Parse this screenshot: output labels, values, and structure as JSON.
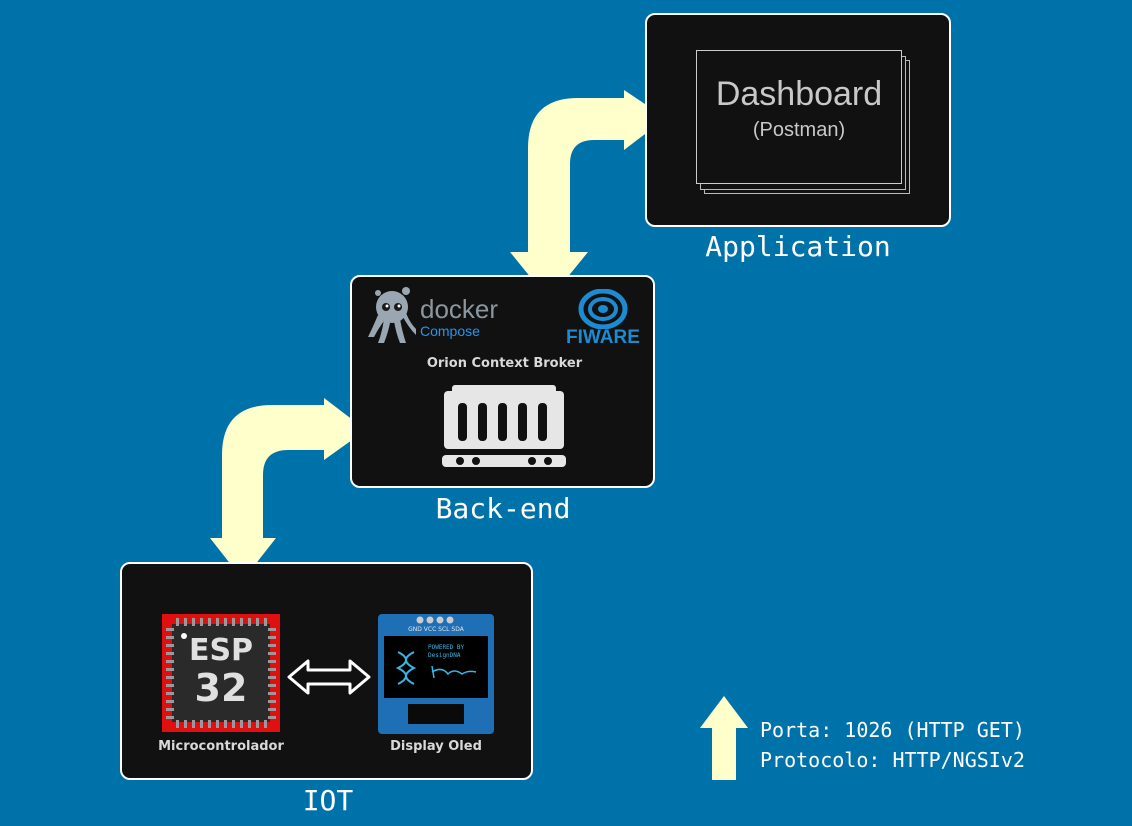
{
  "colors": {
    "background": "#0072AA",
    "panel": "#111111",
    "arrow": "#FFFFCC",
    "esp_border": "#E01010",
    "oled_board": "#1E6FB5",
    "oled_screen_text": "#38B6E8"
  },
  "application": {
    "caption": "Application",
    "dashboard_title": "Dashboard",
    "dashboard_subtitle": "(Postman)"
  },
  "backend": {
    "caption": "Back-end",
    "docker_brand": "docker",
    "docker_product": "Compose",
    "fiware_brand": "FIWARE",
    "broker_label": "Orion Context Broker",
    "broker_icon": "container-icon"
  },
  "iot": {
    "caption": "IOT",
    "microcontroller_label": "Microcontrolador",
    "esp_text_top": "ESP",
    "esp_text_bottom": "32",
    "display_label": "Display Oled",
    "oled_pins": "GND VCC SCL SDA",
    "oled_screen_line1": "POWERED BY",
    "oled_screen_line2": "DesignDNA"
  },
  "legend": {
    "port": "Porta: 1026 (HTTP GET)",
    "protocol": "Protocolo: HTTP/NGSIv2",
    "icon": "up-arrow-icon"
  }
}
